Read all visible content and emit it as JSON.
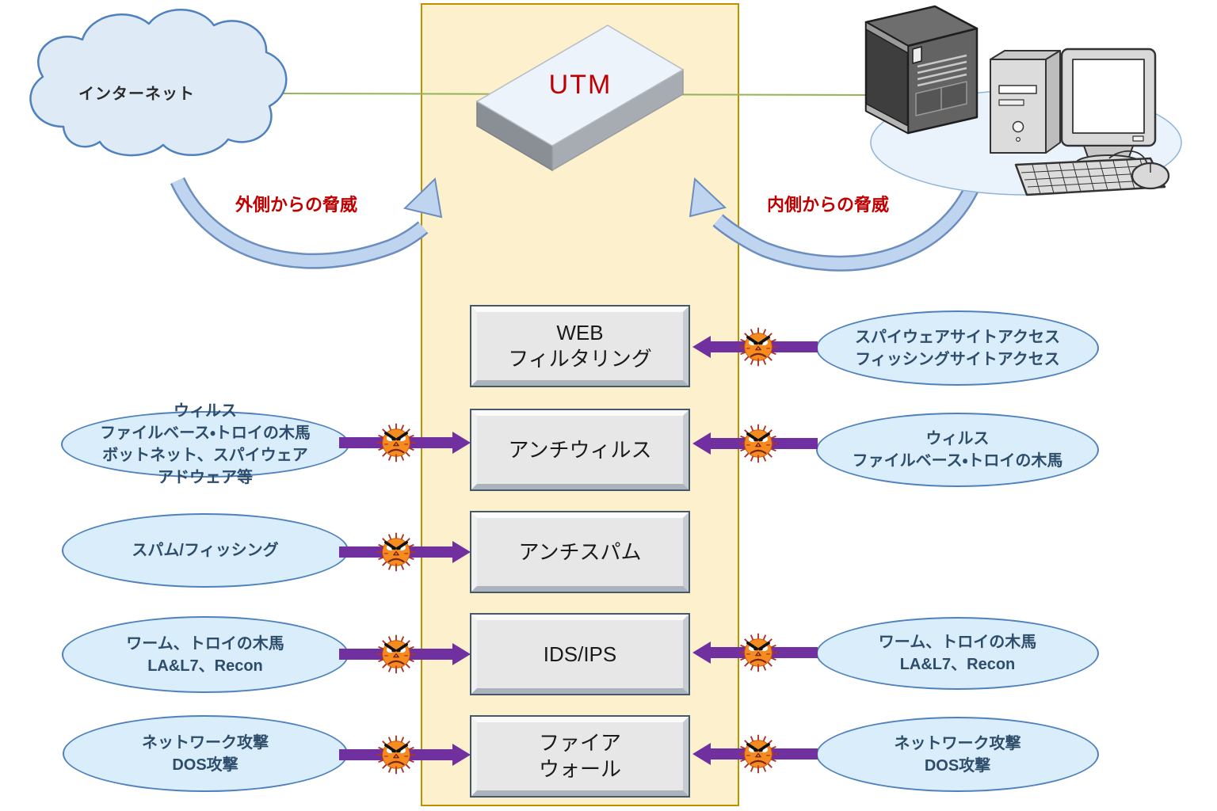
{
  "internet": {
    "label": "インターネット"
  },
  "utm": {
    "label": "UTM"
  },
  "flows": {
    "outside": "外側からの脅威",
    "inside": "内側からの脅威"
  },
  "modules": [
    {
      "line1": "WEB",
      "line2": "フィルタリング"
    },
    {
      "line1": "アンチウィルス"
    },
    {
      "line1": "アンチスパム"
    },
    {
      "line1": "IDS/IPS"
    },
    {
      "line1": "ファイア",
      "line2": "ウォール"
    }
  ],
  "left_threats": [
    {
      "line1": "ウィルス",
      "line2": "ファイルベース・トロイの木馬",
      "line3": "ボットネット、スパイウェア",
      "line4": "アドウェア等"
    },
    {
      "line1": "スパム/フィッシング"
    },
    {
      "line1": "ワーム、トロイの木馬",
      "line2": "LA&L7、Recon"
    },
    {
      "line1": "ネットワーク攻撃",
      "line2": "DOS攻撃"
    }
  ],
  "right_threats": [
    {
      "line1": "スパイウェアサイトアクセス",
      "line2": "フィッシングサイトアクセス"
    },
    {
      "line1": "ウィルス",
      "line2": "ファイルベース・トロイの木馬"
    },
    {
      "line1": "ワーム、トロイの木馬",
      "line2": "LA&L7、Recon"
    },
    {
      "line1": "ネットワーク攻撃",
      "line2": "DOS攻撃"
    }
  ],
  "colors": {
    "panel_fill": "#FDF1CD",
    "panel_border": "#BE9000",
    "module_fill": "#E7E7E7",
    "module_border": "#46586B",
    "bubble_fill": "#D9EDFA",
    "bubble_border": "#4F81BD",
    "bubble_text": "#2E4D6B",
    "attack_arrow_purple": "#7030A0",
    "threat_text_red": "#C00000",
    "utm_text_red": "#C00000",
    "flow_arrow_blue": "#BFD4EF",
    "network_line_green": "#94B25C",
    "virus_orange": "#F68C1F"
  }
}
